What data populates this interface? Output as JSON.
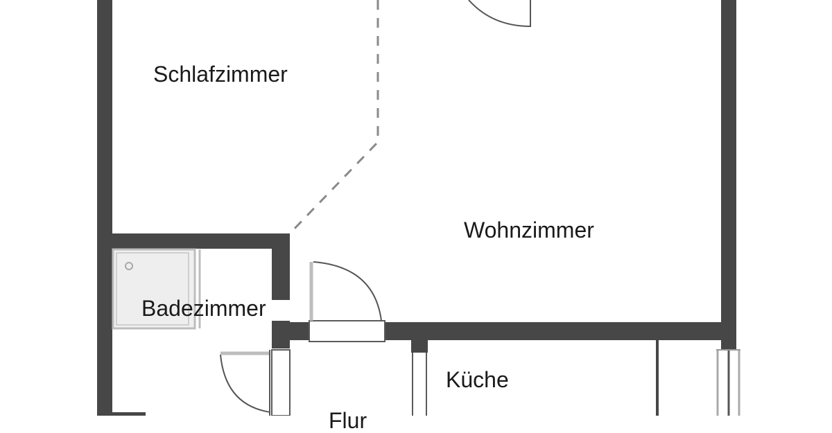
{
  "floorplan": {
    "rooms": [
      {
        "id": "schlafzimmer",
        "label": "Schlafzimmer"
      },
      {
        "id": "wohnzimmer",
        "label": "Wohnzimmer"
      },
      {
        "id": "badezimmer",
        "label": "Badezimmer"
      },
      {
        "id": "kueche",
        "label": "Küche"
      },
      {
        "id": "flur",
        "label": "Flur"
      }
    ],
    "colors": {
      "wall": "#474747",
      "background": "#ffffff",
      "shower_tray": "#eeeeee",
      "text": "#1a1a1a"
    }
  }
}
